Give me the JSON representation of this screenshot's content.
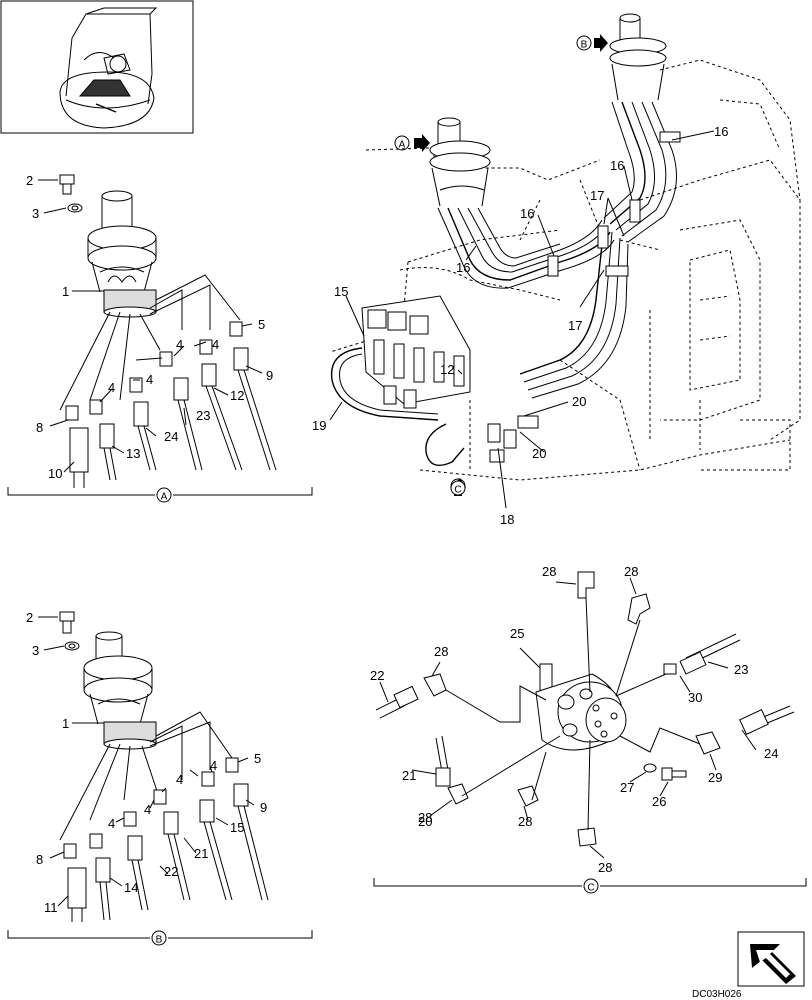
{
  "drawing_code": "DC03H026",
  "view_markers": {
    "A": "A",
    "B": "B",
    "C": "C"
  },
  "callouts": {
    "viewA": [
      "2",
      "3",
      "1",
      "5",
      "4",
      "4",
      "4",
      "4",
      "9",
      "12",
      "23",
      "24",
      "13",
      "8",
      "10"
    ],
    "viewB": [
      "2",
      "3",
      "1",
      "5",
      "4",
      "4",
      "4",
      "4",
      "9",
      "15",
      "21",
      "22",
      "14",
      "8",
      "11"
    ],
    "main": [
      "16",
      "16",
      "16",
      "16",
      "17",
      "17",
      "15",
      "12",
      "20",
      "20",
      "19",
      "18"
    ],
    "viewC": [
      "28",
      "28",
      "28",
      "28",
      "28",
      "28",
      "25",
      "22",
      "23",
      "30",
      "24",
      "29",
      "21",
      "20",
      "27",
      "26"
    ]
  },
  "icons": {
    "nav_arrow": "direction-arrow-icon"
  }
}
